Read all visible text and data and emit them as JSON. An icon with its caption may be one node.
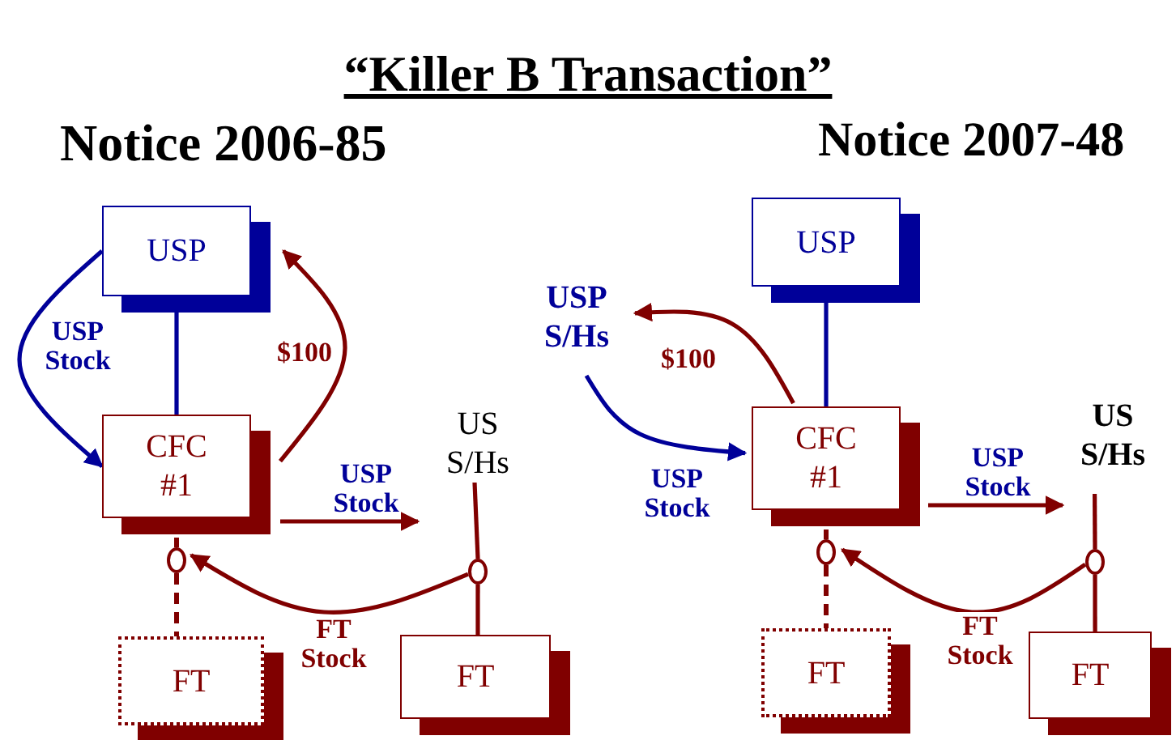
{
  "diagram": {
    "title": "“Killer B Transaction”",
    "labels": [
      "Notice 2006-85",
      "Notice 2007-48"
    ],
    "nodes": [
      {
        "text": [
          "USP"
        ]
      },
      {
        "text": [
          "CFC #1"
        ]
      },
      {
        "text": [
          "US S/Hs"
        ]
      },
      {
        "text": [],
        "shape": "circle"
      },
      {
        "text": [
          "FT"
        ]
      },
      {
        "text": [],
        "shape": "circle"
      },
      {
        "text": [
          "FT"
        ]
      },
      {
        "text": [
          "USP"
        ]
      },
      {
        "text": [
          "USP S/Hs"
        ]
      },
      {
        "text": [
          "CFC #1"
        ]
      },
      {
        "text": [
          "US S/Hs"
        ]
      },
      {
        "text": [],
        "shape": "circle"
      },
      {
        "text": [
          "FT"
        ]
      },
      {
        "text": [],
        "shape": "circle"
      },
      {
        "text": [
          "FT"
        ]
      }
    ],
    "edges": [
      {
        "from": 0,
        "to": 1,
        "arrow": "none",
        "color": "#000099"
      },
      {
        "from": 0,
        "to": 1,
        "arrow": "to",
        "label": "USP Stock",
        "color": "#000099"
      },
      {
        "from": 1,
        "to": 0,
        "arrow": "to",
        "label": "$100"
      },
      {
        "from": 1,
        "to": 2,
        "arrow": "to",
        "label": "USP Stock"
      },
      {
        "from": 1,
        "to": 3,
        "arrow": "none",
        "style": "dashed"
      },
      {
        "from": 3,
        "to": 4,
        "arrow": "none",
        "style": "dashed"
      },
      {
        "from": 2,
        "to": 5,
        "arrow": "none"
      },
      {
        "from": 5,
        "to": 6,
        "arrow": "none"
      },
      {
        "from": 5,
        "to": 3,
        "arrow": "to",
        "label": "FT Stock"
      },
      {
        "from": 7,
        "to": 9,
        "arrow": "none",
        "color": "#000099"
      },
      {
        "from": 9,
        "to": 8,
        "arrow": "to",
        "label": "$100"
      },
      {
        "from": 8,
        "to": 9,
        "arrow": "to",
        "label": "USP Stock",
        "color": "#000099"
      },
      {
        "from": 9,
        "to": 10,
        "arrow": "to",
        "label": "USP Stock"
      },
      {
        "from": 9,
        "to": 11,
        "arrow": "none",
        "style": "dashed"
      },
      {
        "from": 11,
        "to": 12,
        "arrow": "none",
        "style": "dashed"
      },
      {
        "from": 10,
        "to": 13,
        "arrow": "none"
      },
      {
        "from": 13,
        "to": 14,
        "arrow": "none"
      },
      {
        "from": 13,
        "to": 11,
        "arrow": "to",
        "label": "FT Stock"
      }
    ]
  }
}
